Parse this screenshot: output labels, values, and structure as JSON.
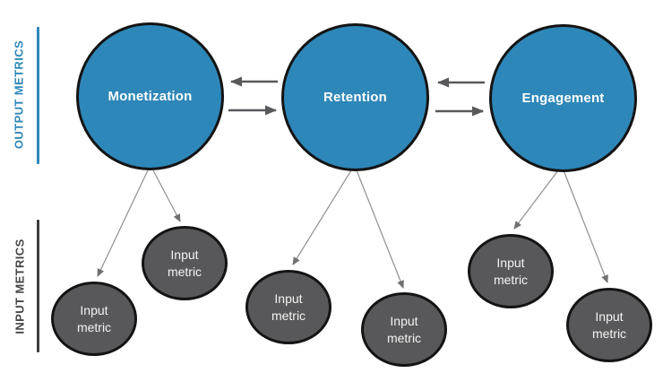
{
  "diagram": {
    "side_labels": {
      "output": "OUTPUT METRICS",
      "input": "INPUT METRICS"
    },
    "output_nodes": [
      {
        "label": "Monetization"
      },
      {
        "label": "Retention"
      },
      {
        "label": "Engagement"
      }
    ],
    "input_nodes": [
      {
        "label": "Input metric",
        "parent": "Monetization"
      },
      {
        "label": "Input metric",
        "parent": "Monetization"
      },
      {
        "label": "Input metric",
        "parent": "Retention"
      },
      {
        "label": "Input metric",
        "parent": "Retention"
      },
      {
        "label": "Input metric",
        "parent": "Engagement"
      },
      {
        "label": "Input metric",
        "parent": "Engagement"
      }
    ],
    "arrows": {
      "between_output_nodes": "bidirectional: top arrow points left, bottom arrow points right",
      "output_to_input": "thin gray lines with arrowheads pointing to each input metric"
    },
    "colors": {
      "node_blue": "#2e87b9",
      "node_gray": "#58585a",
      "node_border": "#141414",
      "thick_arrow_gray": "#58595b",
      "thin_line_gray": "#8f8f8f",
      "output_label_blue": "#2e87b9",
      "input_label_dark": "#454545",
      "background": "#ffffff"
    }
  }
}
